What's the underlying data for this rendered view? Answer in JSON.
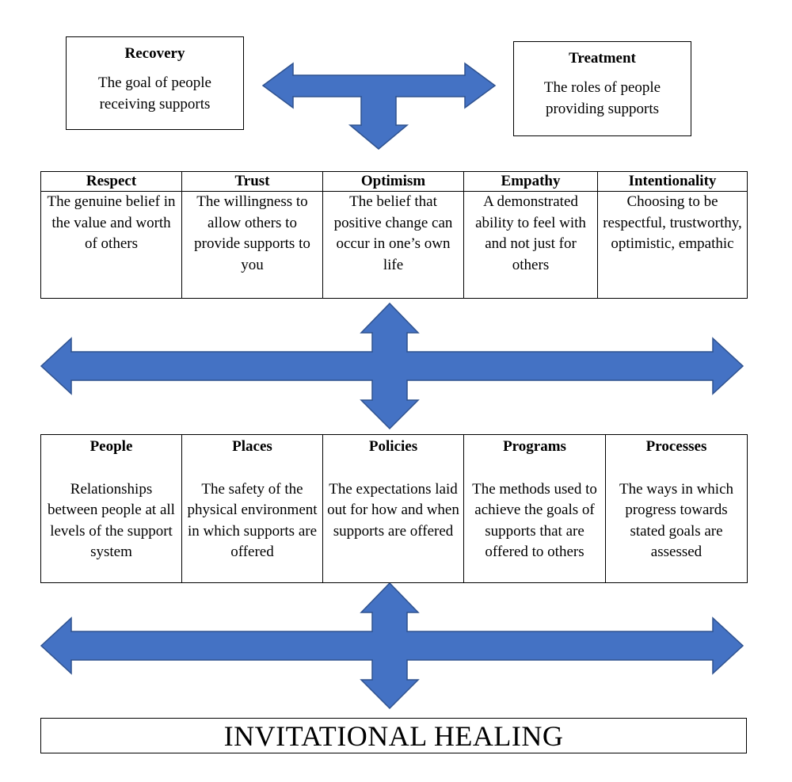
{
  "top": {
    "recovery": {
      "title": "Recovery",
      "desc_line1": "The goal of people",
      "desc_line2": "receiving supports"
    },
    "treatment": {
      "title": "Treatment",
      "desc_line1": "The roles of people",
      "desc_line2": "providing supports"
    }
  },
  "values": [
    {
      "title": "Respect",
      "desc": "The genuine belief in the value and worth of others"
    },
    {
      "title": "Trust",
      "desc": "The willingness to allow others to provide supports to you"
    },
    {
      "title": "Optimism",
      "desc": "The belief that positive change can occur in one’s own life"
    },
    {
      "title": "Empathy",
      "desc": "A demonstrated ability to feel with and not just for others"
    },
    {
      "title": "Intentionality",
      "desc": "Choosing to be respectful, trustworthy, optimistic, empathic"
    }
  ],
  "ps": [
    {
      "title": "People",
      "desc": "Relationships between people at all levels of the support system"
    },
    {
      "title": "Places",
      "desc": "The safety of the physical environment in which supports are offered"
    },
    {
      "title": "Policies",
      "desc": "The expectations laid out for how and when supports are offered"
    },
    {
      "title": "Programs",
      "desc": "The methods used to achieve the goals of supports that are offered to others"
    },
    {
      "title": "Processes",
      "desc": "The ways in which progress towards stated goals are assessed"
    }
  ],
  "bottom": {
    "label": "INVITATIONAL HEALING"
  },
  "colors": {
    "arrow_fill": "#4472c4",
    "arrow_stroke": "#2f528f"
  }
}
